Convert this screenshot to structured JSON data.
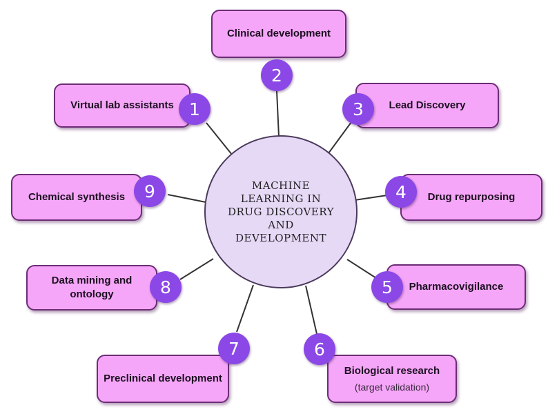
{
  "center": {
    "label": "MACHINE LEARNING IN DRUG DISCOVERY AND DEVELOPMENT"
  },
  "nodes": [
    {
      "number": "1",
      "label": "Virtual lab assistants",
      "sublabel": ""
    },
    {
      "number": "2",
      "label": "Clinical development",
      "sublabel": ""
    },
    {
      "number": "3",
      "label": "Lead Discovery",
      "sublabel": ""
    },
    {
      "number": "4",
      "label": "Drug repurposing",
      "sublabel": ""
    },
    {
      "number": "5",
      "label": "Pharmacovigilance",
      "sublabel": ""
    },
    {
      "number": "6",
      "label": "Biological research",
      "sublabel": "(target validation)"
    },
    {
      "number": "7",
      "label": "Preclinical development",
      "sublabel": ""
    },
    {
      "number": "8",
      "label": "Data mining and ontology",
      "sublabel": ""
    },
    {
      "number": "9",
      "label": "Chemical synthesis",
      "sublabel": ""
    }
  ],
  "colors": {
    "box_fill": "#f6a6f8",
    "box_border": "#6b2d75",
    "badge_fill": "#8b48e6",
    "hub_fill": "#e6d9f6",
    "connector": "#333333"
  }
}
